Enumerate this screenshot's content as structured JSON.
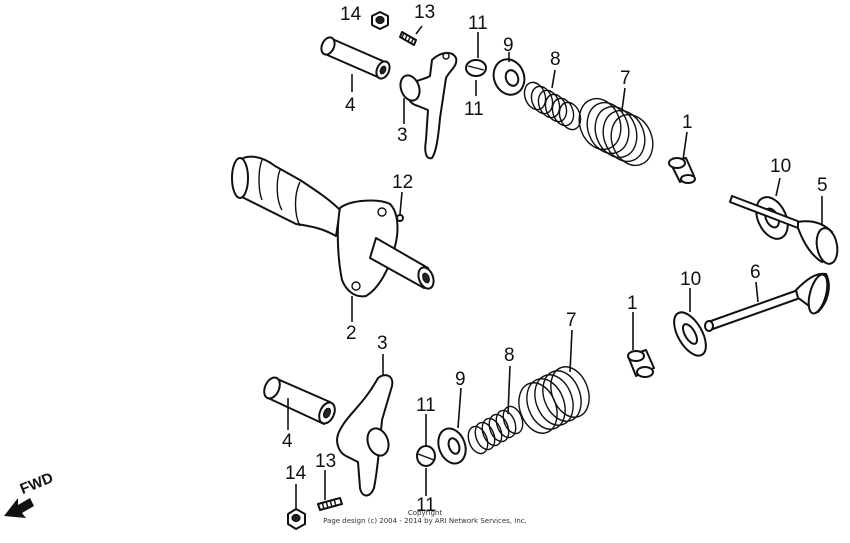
{
  "callouts": {
    "c14_top": "14",
    "c13_top": "13",
    "c11_top": "11",
    "c11_mid": "11",
    "c9_top": "9",
    "c8_top": "8",
    "c7_top": "7",
    "c4_top": "4",
    "c3_top": "3",
    "c1_top": "1",
    "c10_top": "10",
    "c5": "5",
    "c12": "12",
    "c2": "2",
    "c3_bottom": "3",
    "c7_bottom": "7",
    "c1_bottom": "1",
    "c10_bottom": "10",
    "c6": "6",
    "c8_bottom": "8",
    "c9_bottom": "9",
    "c11_bottom": "11",
    "c11_lowest": "11",
    "c4_bottom": "4",
    "c14_bottom": "14",
    "c13_bottom": "13"
  },
  "fwd_label": "FWD",
  "copyright_line1": "Copyright",
  "copyright_line2": "Page design (c) 2004 - 2014 by ARI Network Services, Inc."
}
